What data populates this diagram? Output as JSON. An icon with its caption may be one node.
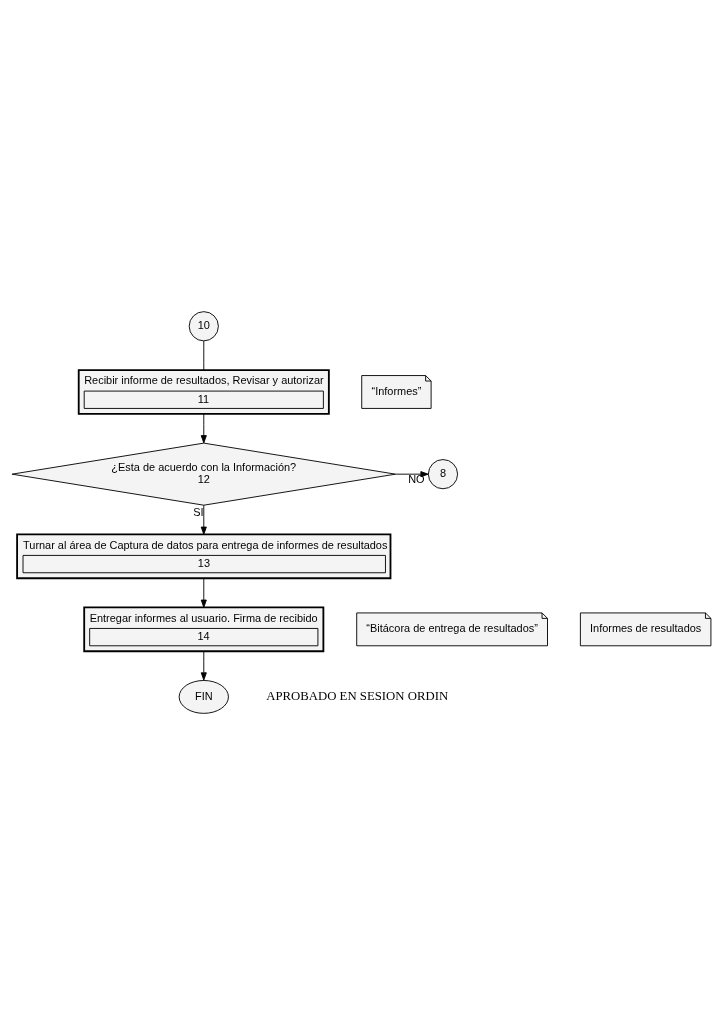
{
  "diagram": {
    "nodes": [
      {
        "text": [
          "10"
        ]
      },
      {
        "text": [
          "“Informes”"
        ]
      },
      {
        "text": [
          "Recibir informe de resultados, Revisar y autorizar",
          "11"
        ]
      },
      {
        "text": [
          "¿Esta de acuerdo con la Información?",
          "12"
        ]
      },
      {
        "text": [
          "8"
        ]
      },
      {
        "text": [
          "Turnar al área de Captura de datos para entrega de informes de resultados",
          "13"
        ]
      },
      {
        "text": [
          "“Bitácora de entrega de resultados”"
        ]
      },
      {
        "text": [
          "Informes de resultados"
        ]
      },
      {
        "text": [
          "Entregar informes al usuario. Firma de recibido",
          "14"
        ]
      },
      {
        "text": [
          "FIN"
        ]
      }
    ],
    "edges": [
      {
        "from": 0,
        "to": 2,
        "arrow": "none"
      },
      {
        "from": 2,
        "to": 3,
        "arrow": "to"
      },
      {
        "from": 3,
        "to": 4,
        "arrow": "to",
        "label": "NO"
      },
      {
        "from": 3,
        "to": 5,
        "arrow": "to",
        "label": "SI"
      },
      {
        "from": 5,
        "to": 8,
        "arrow": "to"
      },
      {
        "from": 8,
        "to": 9,
        "arrow": "to"
      }
    ],
    "labels": [
      "APROBADO EN SESION ORDIN"
    ]
  }
}
